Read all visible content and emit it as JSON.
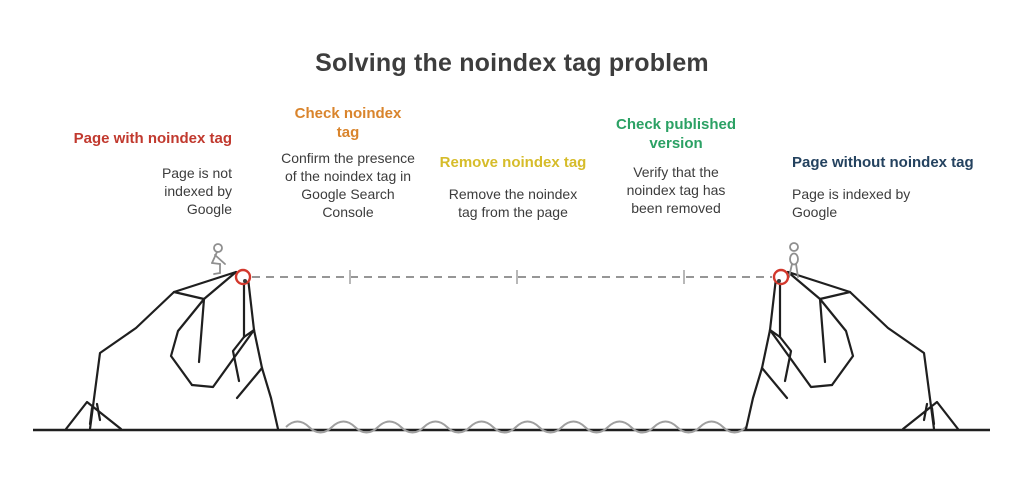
{
  "title": "Solving the noindex tag problem",
  "steps": [
    {
      "heading": "Page with noindex tag",
      "body": "Page is not\nindexed by\nGoogle",
      "color": "#c1392e"
    },
    {
      "heading": "Check noindex\ntag",
      "body": "Confirm the presence\nof the noindex tag in\nGoogle Search\nConsole",
      "color": "#d9842c"
    },
    {
      "heading": "Remove noindex tag",
      "body": "Remove the noindex\ntag from the page",
      "color": "#d6bc2a"
    },
    {
      "heading": "Check published\nversion",
      "body": "Verify that the\nnoindex tag has\nbeen removed",
      "color": "#2ba164"
    },
    {
      "heading": "Page without noindex tag",
      "body": "Page is indexed by\nGoogle",
      "color": "#24425f"
    }
  ],
  "illustration": {
    "title_color": "#3d3d3d",
    "body_text_color": "#3c3c3c",
    "cliff_line_color": "#1f1f1f",
    "rope_color": "#969696",
    "rope_tick_color": "#b8b8b8",
    "anchor_ring_color": "#d2382c",
    "stick_figure_color": "#8f8f8f",
    "water_color": "#9f9f9f",
    "elements": [
      "left-cliff",
      "right-cliff",
      "tightrope-dashed-line",
      "anchor-ring-left",
      "anchor-ring-right",
      "stick-figure-kneeling-left",
      "stick-figure-standing-right",
      "water-wave-line",
      "ground-baseline"
    ]
  }
}
